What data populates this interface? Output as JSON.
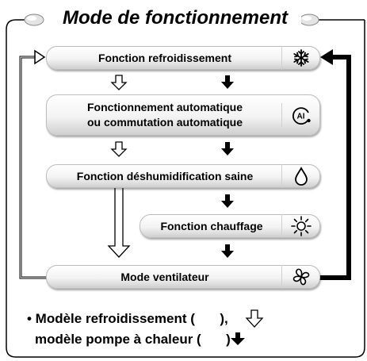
{
  "title": "Mode de fonctionnement",
  "modes": [
    {
      "lines": [
        "Fonction refroidissement"
      ],
      "icon": "snowflake-icon"
    },
    {
      "lines": [
        "Fonctionnement automatique",
        "ou commutation automatique"
      ],
      "icon": "auto-ai-icon"
    },
    {
      "lines": [
        "Fonction déshumidification saine"
      ],
      "icon": "water-drop-icon"
    },
    {
      "lines": [
        "Fonction chauffage"
      ],
      "icon": "sun-icon"
    },
    {
      "lines": [
        "Mode ventilateur"
      ],
      "icon": "fan-icon"
    }
  ],
  "legend": {
    "line1_prefix": "• Modèle refroidissement ( ",
    "line1_suffix": " ),",
    "line2_prefix": "modèle pompe à chaleur ( ",
    "line2_suffix": " )",
    "cooling_symbol": "outline-down-arrow-icon",
    "heatpump_symbol": "solid-down-arrow-icon"
  }
}
